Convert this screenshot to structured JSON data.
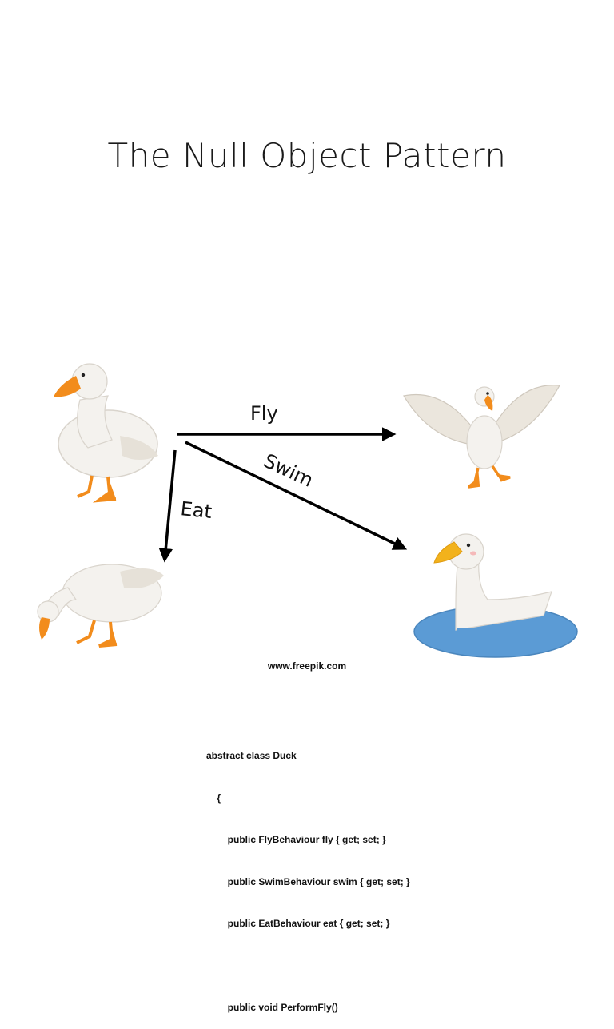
{
  "title": "The Null Object Pattern",
  "arrows": {
    "fly": "Fly",
    "swim": "Swim",
    "eat": "Eat"
  },
  "illustrations": {
    "duck_standing": "duck-standing",
    "duck_flying": "duck-flying",
    "duck_eating": "duck-eating",
    "duck_swimming": "duck-swimming"
  },
  "colors": {
    "beak": "#f28c1c",
    "water": "#5b9bd5",
    "body": "#f4f2ee",
    "shade": "#d9d4cc"
  },
  "credit": "www.freepik.com",
  "code": {
    "line1": "abstract class Duck",
    "line2": "    {",
    "line3": "        public FlyBehaviour fly { get; set; }",
    "line4": "        public SwimBehaviour swim { get; set; }",
    "line5": "        public EatBehaviour eat { get; set; }",
    "line6": "",
    "line7": "        public void PerformFly()"
  }
}
